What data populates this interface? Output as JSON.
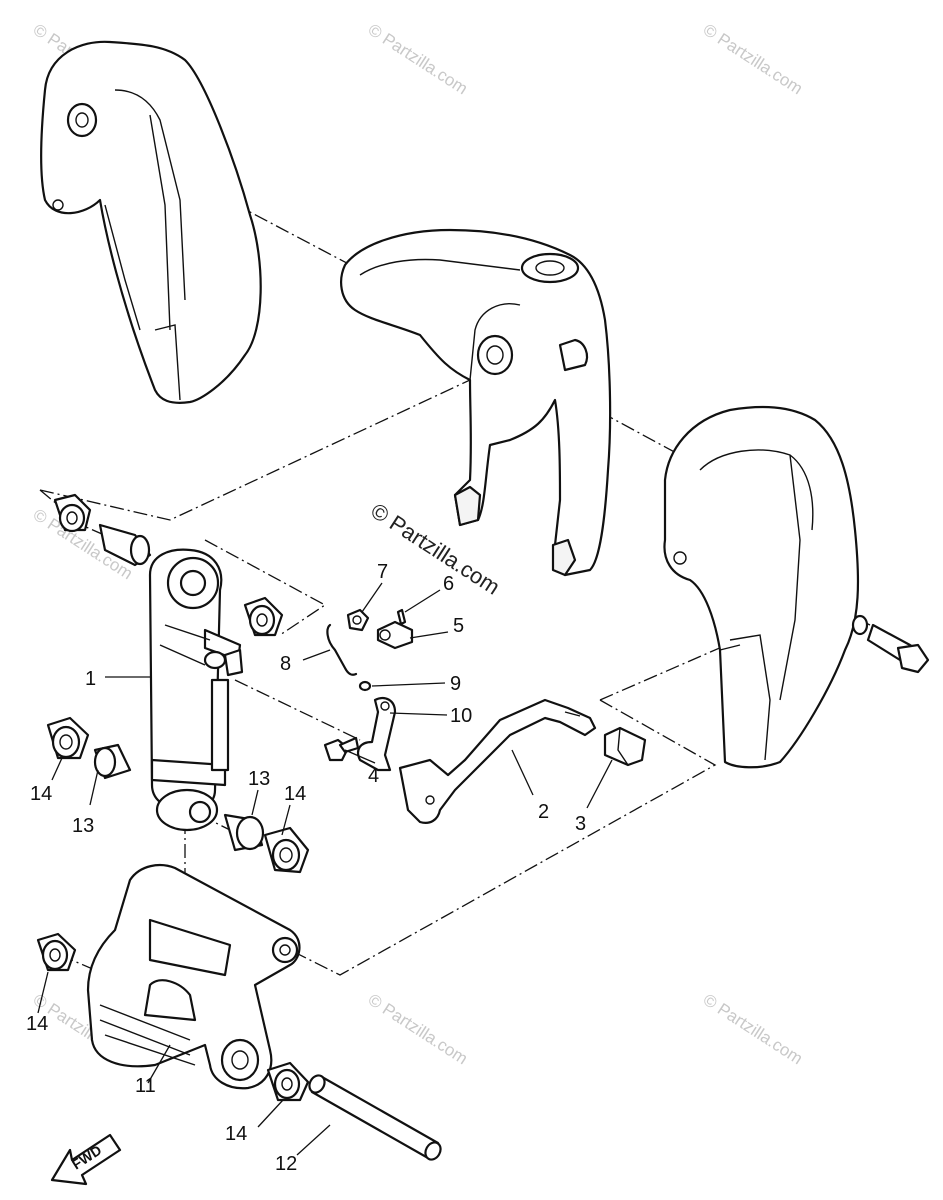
{
  "watermark": {
    "text": "© Partzilla.com"
  },
  "callouts": {
    "c1": "1",
    "c2": "2",
    "c3": "3",
    "c4": "4",
    "c5": "5",
    "c6": "6",
    "c7": "7",
    "c8": "8",
    "c9": "9",
    "c10": "10",
    "c11": "11",
    "c12": "12",
    "c13a": "13",
    "c13b": "13",
    "c14a": "14",
    "c14b": "14",
    "c14c": "14",
    "c14d": "14"
  },
  "fwd_label": "FWD"
}
